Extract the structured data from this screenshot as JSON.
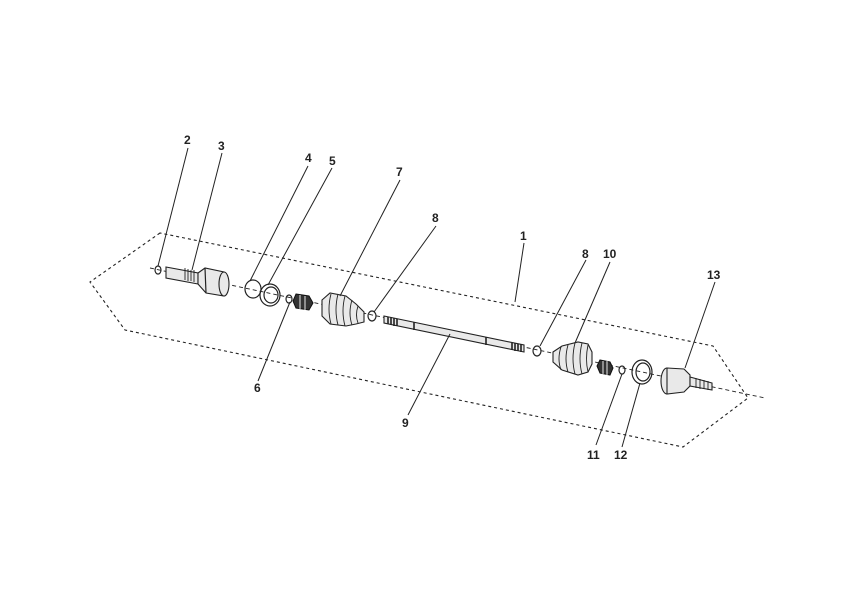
{
  "diagram": {
    "callouts": [
      {
        "id": "c1",
        "label": "1"
      },
      {
        "id": "c2",
        "label": "2"
      },
      {
        "id": "c3",
        "label": "3"
      },
      {
        "id": "c4",
        "label": "4"
      },
      {
        "id": "c5",
        "label": "5"
      },
      {
        "id": "c6",
        "label": "6"
      },
      {
        "id": "c7",
        "label": "7"
      },
      {
        "id": "c8a",
        "label": "8"
      },
      {
        "id": "c8b",
        "label": "8"
      },
      {
        "id": "c9",
        "label": "9"
      },
      {
        "id": "c10",
        "label": "10"
      },
      {
        "id": "c11",
        "label": "11"
      },
      {
        "id": "c12",
        "label": "12"
      },
      {
        "id": "c13",
        "label": "13"
      }
    ]
  }
}
